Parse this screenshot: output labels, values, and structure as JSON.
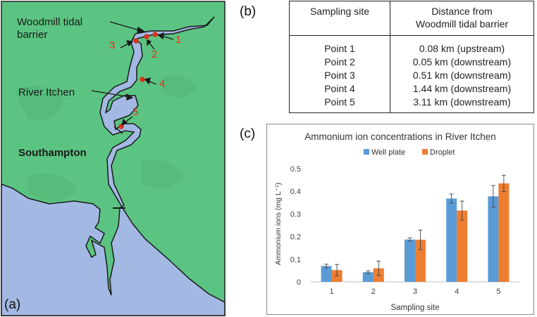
{
  "panel_a": {
    "letter": "(a)",
    "labels": {
      "barrier_line1": "Woodmill tidal",
      "barrier_line2": "barrier",
      "river": "River Itchen",
      "city": "Southampton"
    },
    "points": [
      "1",
      "2",
      "3",
      "4",
      "5"
    ],
    "colors": {
      "land": "#5cc482",
      "water": "#a3b9e4",
      "marker": "#d8341b"
    }
  },
  "panel_b": {
    "letter": "(b)",
    "headers": [
      "Sampling site",
      "Distance from",
      "Woodmill tidal barrier"
    ],
    "rows": [
      {
        "site": "Point 1",
        "distance": "0.08 km (upstream)"
      },
      {
        "site": "Point 2",
        "distance": "0.05 km (downstream)"
      },
      {
        "site": "Point 3",
        "distance": "0.51 km (downstream)"
      },
      {
        "site": "Point 4",
        "distance": "1.44 km (downstream)"
      },
      {
        "site": "Point 5",
        "distance": "3.11 km (downstream)"
      }
    ]
  },
  "panel_c": {
    "letter": "(c)"
  },
  "chart_data": {
    "type": "bar",
    "title": "Ammonium ion concentrations in River Itchen",
    "xlabel": "Sampling site",
    "ylabel": "Ammonium ions (mg L⁻¹)",
    "categories": [
      "1",
      "2",
      "3",
      "4",
      "5"
    ],
    "ylim": [
      0,
      0.5
    ],
    "yticks": [
      "0",
      "0.1",
      "0.2",
      "0.3",
      "0.4",
      "0.5"
    ],
    "grid": false,
    "legend_position": "top",
    "series": [
      {
        "name": "Well plate",
        "color": "#5b9bd5",
        "values": [
          0.07,
          0.043,
          0.187,
          0.368,
          0.378
        ],
        "errors": [
          0.008,
          0.006,
          0.007,
          0.02,
          0.048
        ]
      },
      {
        "name": "Droplet",
        "color": "#ed7d31",
        "values": [
          0.052,
          0.06,
          0.186,
          0.315,
          0.435
        ],
        "errors": [
          0.025,
          0.032,
          0.043,
          0.042,
          0.036
        ]
      }
    ]
  }
}
